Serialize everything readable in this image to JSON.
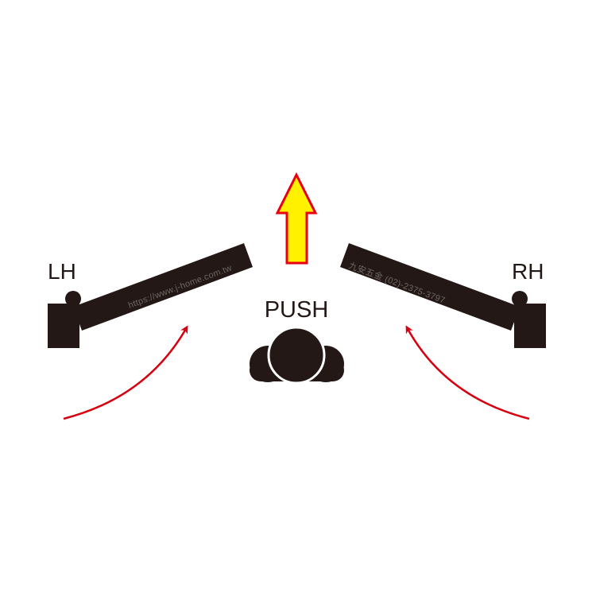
{
  "labels": {
    "left": "LH",
    "right": "RH",
    "center": "PUSH"
  },
  "watermarks": {
    "left": "https://www.j-home.com.tw",
    "right": "九安五金 (02)-2375-3797"
  },
  "icons": {
    "push_arrow": "up-arrow-icon",
    "person": "person-top-view-icon",
    "swing": "curved-arrow-icon",
    "hinge": "door-hinge-icon"
  },
  "colors": {
    "door": "#231815",
    "arrow_fill": "#fff100",
    "arrow_stroke": "#e60012",
    "swing_arrow": "#d7000f",
    "background": "#ffffff"
  }
}
